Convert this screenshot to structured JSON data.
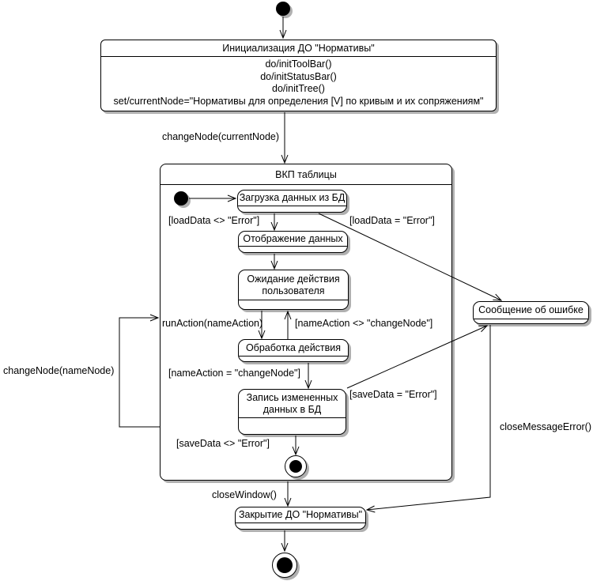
{
  "states": {
    "init": {
      "title": "Инициализация ДО \"Нормативы\"",
      "actions": [
        "do/initToolBar()",
        "do/initStatusBar()",
        "do/initTree()",
        "set/currentNode=\"Нормативы для определения [V] по кривым и их сопряжениям\""
      ]
    },
    "vkp": {
      "title": "ВКП таблицы"
    },
    "load": {
      "title": "Загрузка данных из БД"
    },
    "display": {
      "title": "Отображение данных"
    },
    "wait": {
      "lines": [
        "Ожидание действия",
        "пользователя"
      ]
    },
    "process": {
      "title": "Обработка действия"
    },
    "save": {
      "lines": [
        "Запись измененных",
        "данных в БД"
      ]
    },
    "error": {
      "title": "Сообщение об ошибке"
    },
    "close": {
      "title": "Закрытие ДО \"Нормативы\""
    }
  },
  "labels": {
    "change_node_current": "changeNode(currentNode)",
    "load_ok": "[loadData <> \"Error\"]",
    "load_err": "[loadData = \"Error\"]",
    "run_action": "runAction(nameAction)",
    "name_action_neq": "[nameAction <> \"changeNode\"]",
    "name_action_eq": "[nameAction = \"changeNode\"]",
    "save_err": "[saveData = \"Error\"]",
    "save_ok": "[saveData <> \"Error\"]",
    "change_node_name": "changeNode(nameNode)",
    "close_window": "closeWindow()",
    "close_message_error": "closeMessageError()"
  },
  "colors": {
    "line": "#000000",
    "shadow": "#b0b0b0",
    "background": "#ffffff"
  }
}
